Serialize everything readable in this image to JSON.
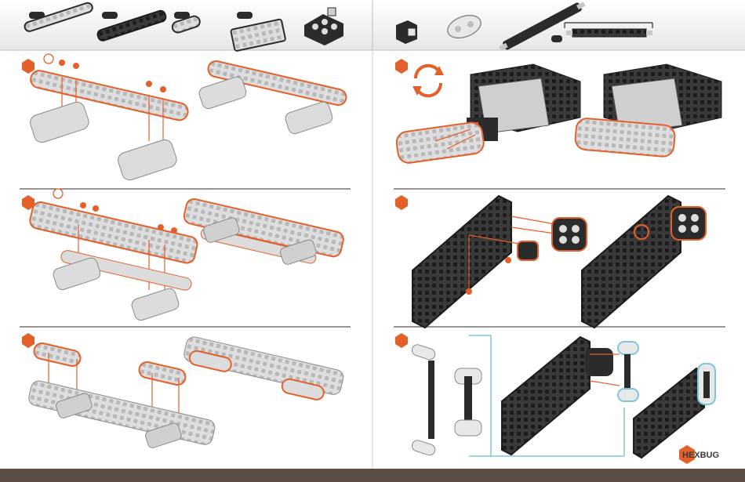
{
  "brand": {
    "name": "HEXBUG",
    "color": "#e4602a"
  },
  "colors": {
    "accent": "#e4602a",
    "footer": "#5a4d44",
    "part_dark": "#2b2b2b",
    "part_light": "#d9d9d9",
    "connector_blue": "#7fc6dc"
  },
  "parts_strip": [
    {
      "name": "long-beam",
      "count": ""
    },
    {
      "name": "long-beam-wide",
      "count": ""
    },
    {
      "name": "short-beam",
      "count": ""
    },
    {
      "name": "plate",
      "count": ""
    },
    {
      "name": "corner-block",
      "count": ""
    },
    {
      "name": "connector-block",
      "count": ""
    },
    {
      "name": "hinge-link",
      "count": ""
    },
    {
      "name": "axle-rod",
      "count": ""
    }
  ],
  "steps": [
    {
      "side": "left",
      "row": 1
    },
    {
      "side": "left",
      "row": 2
    },
    {
      "side": "left",
      "row": 3
    },
    {
      "side": "right",
      "row": 1,
      "icon": "rotate-icon"
    },
    {
      "side": "right",
      "row": 2
    },
    {
      "side": "right",
      "row": 3
    }
  ],
  "footer": {
    "page_number": ""
  }
}
